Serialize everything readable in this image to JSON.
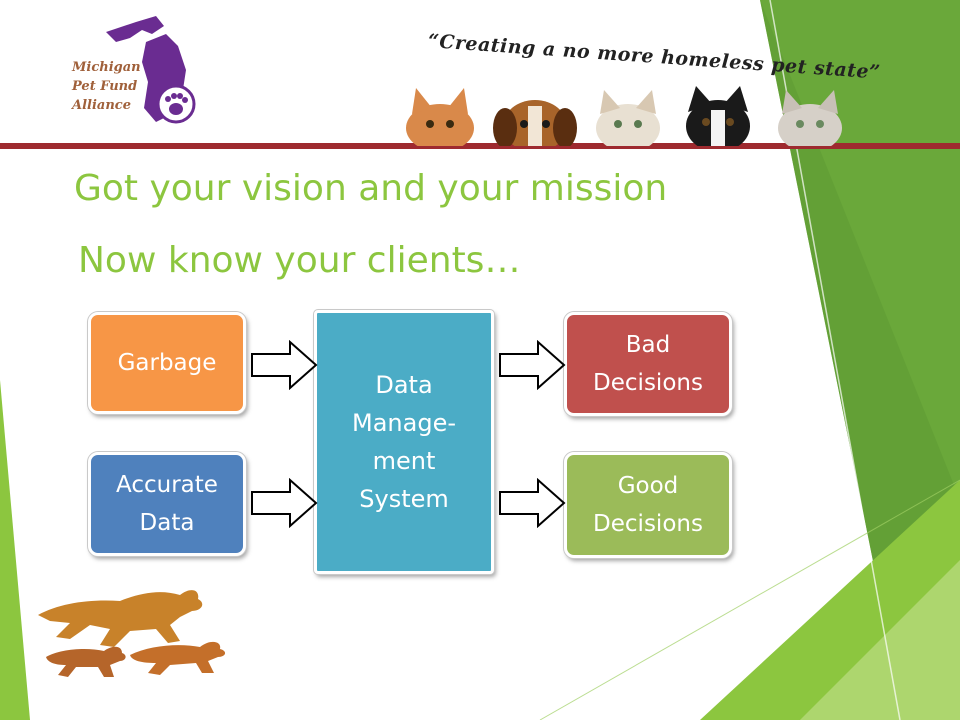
{
  "logo": {
    "line1": "Michigan",
    "line2": "Pet Fund",
    "line3": "Alliance"
  },
  "tagline": "“Creating a no more homeless pet state”",
  "title_line1": "Got your vision and your mission",
  "title_line2": "Now know your clients…",
  "diagram": {
    "input_top": "Garbage",
    "input_bottom_l1": "Accurate",
    "input_bottom_l2": "Data",
    "center_l1": "Data",
    "center_l2": "Manage-",
    "center_l3": "ment",
    "center_l4": "System",
    "output_top_l1": "Bad",
    "output_top_l2": "Decisions",
    "output_bottom_l1": "Good",
    "output_bottom_l2": "Decisions"
  },
  "colors": {
    "title_green": "#8cc63f",
    "garbage_orange": "#f79646",
    "accurate_blue": "#4f81bd",
    "center_teal": "#4bacc6",
    "bad_red": "#c0504d",
    "good_green": "#9bbb59",
    "header_line": "#9e2a2f"
  }
}
